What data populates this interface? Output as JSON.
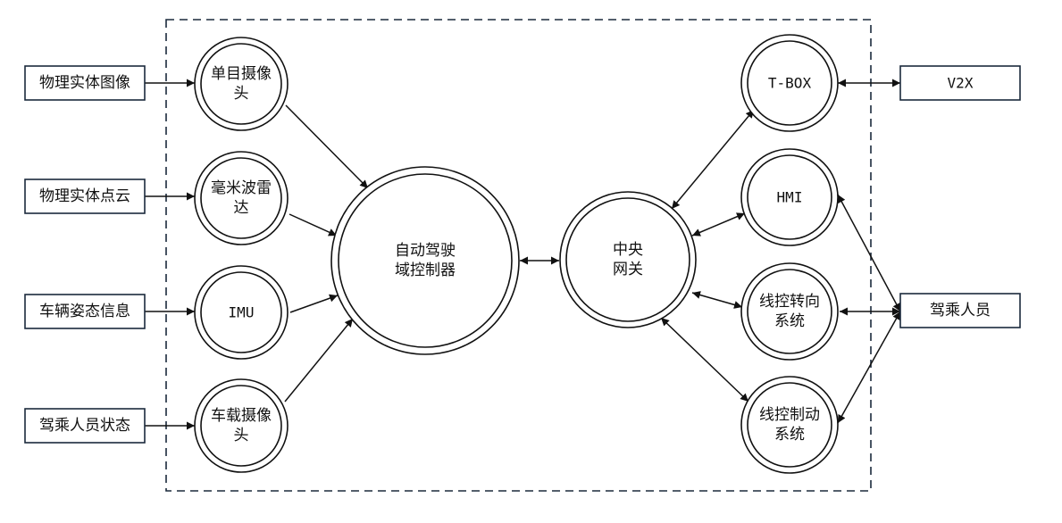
{
  "inputs": [
    {
      "id": "input-image",
      "label": "物理实体图像"
    },
    {
      "id": "input-pointcloud",
      "label": "物理实体点云"
    },
    {
      "id": "input-vehicle-state",
      "label": "车辆姿态信息"
    },
    {
      "id": "input-occupant-state",
      "label": "驾乘人员状态"
    }
  ],
  "sensors": [
    {
      "id": "mono-camera",
      "lines": [
        "单目摄像",
        "头"
      ]
    },
    {
      "id": "mmwave-radar",
      "lines": [
        "毫米波雷",
        "达"
      ]
    },
    {
      "id": "imu",
      "lines": [
        "IMU"
      ]
    },
    {
      "id": "cabin-camera",
      "lines": [
        "车载摄像",
        "头"
      ]
    }
  ],
  "controller": {
    "id": "adas-domain-controller",
    "lines": [
      "自动驾驶",
      "域控制器"
    ]
  },
  "gateway": {
    "id": "central-gateway",
    "lines": [
      "中央",
      "网关"
    ]
  },
  "peripherals": [
    {
      "id": "tbox",
      "lines": [
        "T-BOX"
      ]
    },
    {
      "id": "hmi",
      "lines": [
        "HMI"
      ]
    },
    {
      "id": "steer-by-wire",
      "lines": [
        "线控转向",
        "系统"
      ]
    },
    {
      "id": "brake-by-wire",
      "lines": [
        "线控制动",
        "系统"
      ]
    }
  ],
  "externals": [
    {
      "id": "v2x",
      "label": "V2X"
    },
    {
      "id": "occupant",
      "label": "驾乘人员"
    }
  ],
  "edges": [
    {
      "from": "input-image",
      "to": "mono-camera",
      "direction": "forward"
    },
    {
      "from": "input-pointcloud",
      "to": "mmwave-radar",
      "direction": "forward"
    },
    {
      "from": "input-vehicle-state",
      "to": "imu",
      "direction": "forward"
    },
    {
      "from": "input-occupant-state",
      "to": "cabin-camera",
      "direction": "forward"
    },
    {
      "from": "mono-camera",
      "to": "adas-domain-controller",
      "direction": "forward"
    },
    {
      "from": "mmwave-radar",
      "to": "adas-domain-controller",
      "direction": "forward"
    },
    {
      "from": "imu",
      "to": "adas-domain-controller",
      "direction": "forward"
    },
    {
      "from": "cabin-camera",
      "to": "adas-domain-controller",
      "direction": "forward"
    },
    {
      "from": "adas-domain-controller",
      "to": "central-gateway",
      "direction": "both"
    },
    {
      "from": "central-gateway",
      "to": "tbox",
      "direction": "both"
    },
    {
      "from": "central-gateway",
      "to": "hmi",
      "direction": "both"
    },
    {
      "from": "central-gateway",
      "to": "steer-by-wire",
      "direction": "both"
    },
    {
      "from": "central-gateway",
      "to": "brake-by-wire",
      "direction": "both"
    },
    {
      "from": "tbox",
      "to": "v2x",
      "direction": "both"
    },
    {
      "from": "occupant",
      "to": "hmi",
      "direction": "both"
    },
    {
      "from": "occupant",
      "to": "steer-by-wire",
      "direction": "both"
    },
    {
      "from": "occupant",
      "to": "brake-by-wire",
      "direction": "both"
    }
  ]
}
